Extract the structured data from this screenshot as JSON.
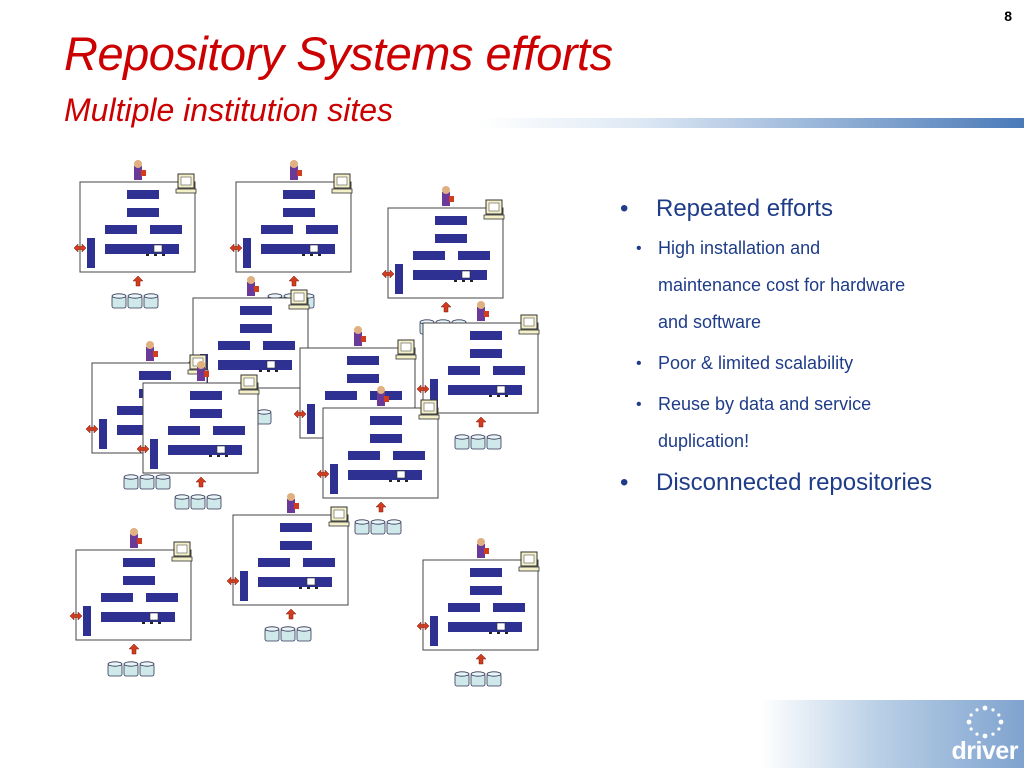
{
  "slide": {
    "page_number": "8",
    "title": "Repository Systems efforts",
    "subtitle": "Multiple institution sites"
  },
  "bullets": [
    {
      "text": "Repeated efforts",
      "children": [
        "High installation and maintenance cost for hardware and software",
        "Poor & limited scalability",
        "Reuse by data and service duplication!"
      ]
    },
    {
      "text": "Disconnected repositories",
      "children": []
    }
  ],
  "logo": {
    "text": "driver"
  },
  "colors": {
    "title_red": "#cc0000",
    "bullet_blue": "#1f3c88",
    "module_blue": "#2e3192",
    "arrow_red": "#d23b1e",
    "db_fill": "#cfe8ea"
  }
}
